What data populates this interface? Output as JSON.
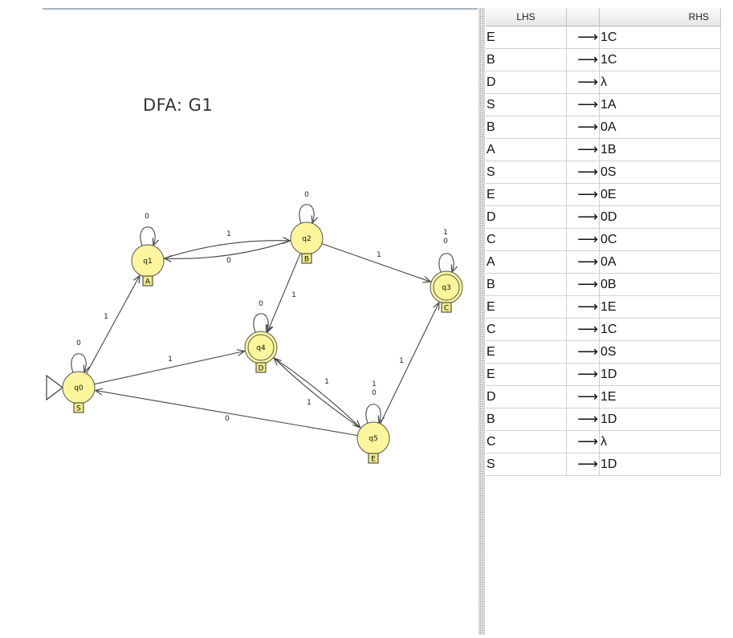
{
  "dfa": {
    "title": "DFA: G1",
    "states": [
      {
        "id": "q0",
        "label": "q0",
        "tag": "S",
        "initial": true,
        "final": false
      },
      {
        "id": "q1",
        "label": "q1",
        "tag": "A",
        "initial": false,
        "final": false
      },
      {
        "id": "q2",
        "label": "q2",
        "tag": "B",
        "initial": false,
        "final": false
      },
      {
        "id": "q3",
        "label": "q3",
        "tag": "C",
        "initial": false,
        "final": true
      },
      {
        "id": "q4",
        "label": "q4",
        "tag": "D",
        "initial": false,
        "final": true
      },
      {
        "id": "q5",
        "label": "q5",
        "tag": "E",
        "initial": false,
        "final": false
      }
    ],
    "transitions": [
      {
        "from": "q0",
        "to": "q0",
        "label": "0"
      },
      {
        "from": "q0",
        "to": "q1",
        "label": "1"
      },
      {
        "from": "q1",
        "to": "q1",
        "label": "0"
      },
      {
        "from": "q1",
        "to": "q2",
        "label": "1"
      },
      {
        "from": "q2",
        "to": "q2",
        "label": "0"
      },
      {
        "from": "q2",
        "to": "q1",
        "label": "0"
      },
      {
        "from": "q2",
        "to": "q3",
        "label": "1"
      },
      {
        "from": "q2",
        "to": "q4",
        "label": "1"
      },
      {
        "from": "q3",
        "to": "q3",
        "label": "1\n0"
      },
      {
        "from": "q0",
        "to": "q4",
        "label": "1"
      },
      {
        "from": "q4",
        "to": "q4",
        "label": "0"
      },
      {
        "from": "q4",
        "to": "q5",
        "label": "1"
      },
      {
        "from": "q5",
        "to": "q4",
        "label": "1"
      },
      {
        "from": "q5",
        "to": "q5",
        "label": "1\n0"
      },
      {
        "from": "q5",
        "to": "q0",
        "label": "0"
      },
      {
        "from": "q5",
        "to": "q3",
        "label": "1"
      }
    ]
  },
  "grammar": {
    "headers": {
      "lhs": "LHS",
      "arrow": "",
      "rhs": "RHS"
    },
    "arrow_symbol": "⟶",
    "rows": [
      {
        "lhs": "E",
        "rhs": "1C"
      },
      {
        "lhs": "B",
        "rhs": "1C"
      },
      {
        "lhs": "D",
        "rhs": "λ"
      },
      {
        "lhs": "S",
        "rhs": "1A"
      },
      {
        "lhs": "B",
        "rhs": "0A"
      },
      {
        "lhs": "A",
        "rhs": "1B"
      },
      {
        "lhs": "S",
        "rhs": "0S"
      },
      {
        "lhs": "E",
        "rhs": "0E"
      },
      {
        "lhs": "D",
        "rhs": "0D"
      },
      {
        "lhs": "C",
        "rhs": "0C"
      },
      {
        "lhs": "A",
        "rhs": "0A"
      },
      {
        "lhs": "B",
        "rhs": "0B"
      },
      {
        "lhs": "E",
        "rhs": "1E"
      },
      {
        "lhs": "C",
        "rhs": "1C"
      },
      {
        "lhs": "E",
        "rhs": "0S"
      },
      {
        "lhs": "E",
        "rhs": "1D"
      },
      {
        "lhs": "D",
        "rhs": "1E"
      },
      {
        "lhs": "B",
        "rhs": "1D"
      },
      {
        "lhs": "C",
        "rhs": "λ"
      },
      {
        "lhs": "S",
        "rhs": "1D"
      }
    ]
  },
  "colors": {
    "state_fill": "#fbf69b",
    "state_stroke": "#555555",
    "tag_fill": "#f0ec86",
    "edge": "#444444"
  }
}
